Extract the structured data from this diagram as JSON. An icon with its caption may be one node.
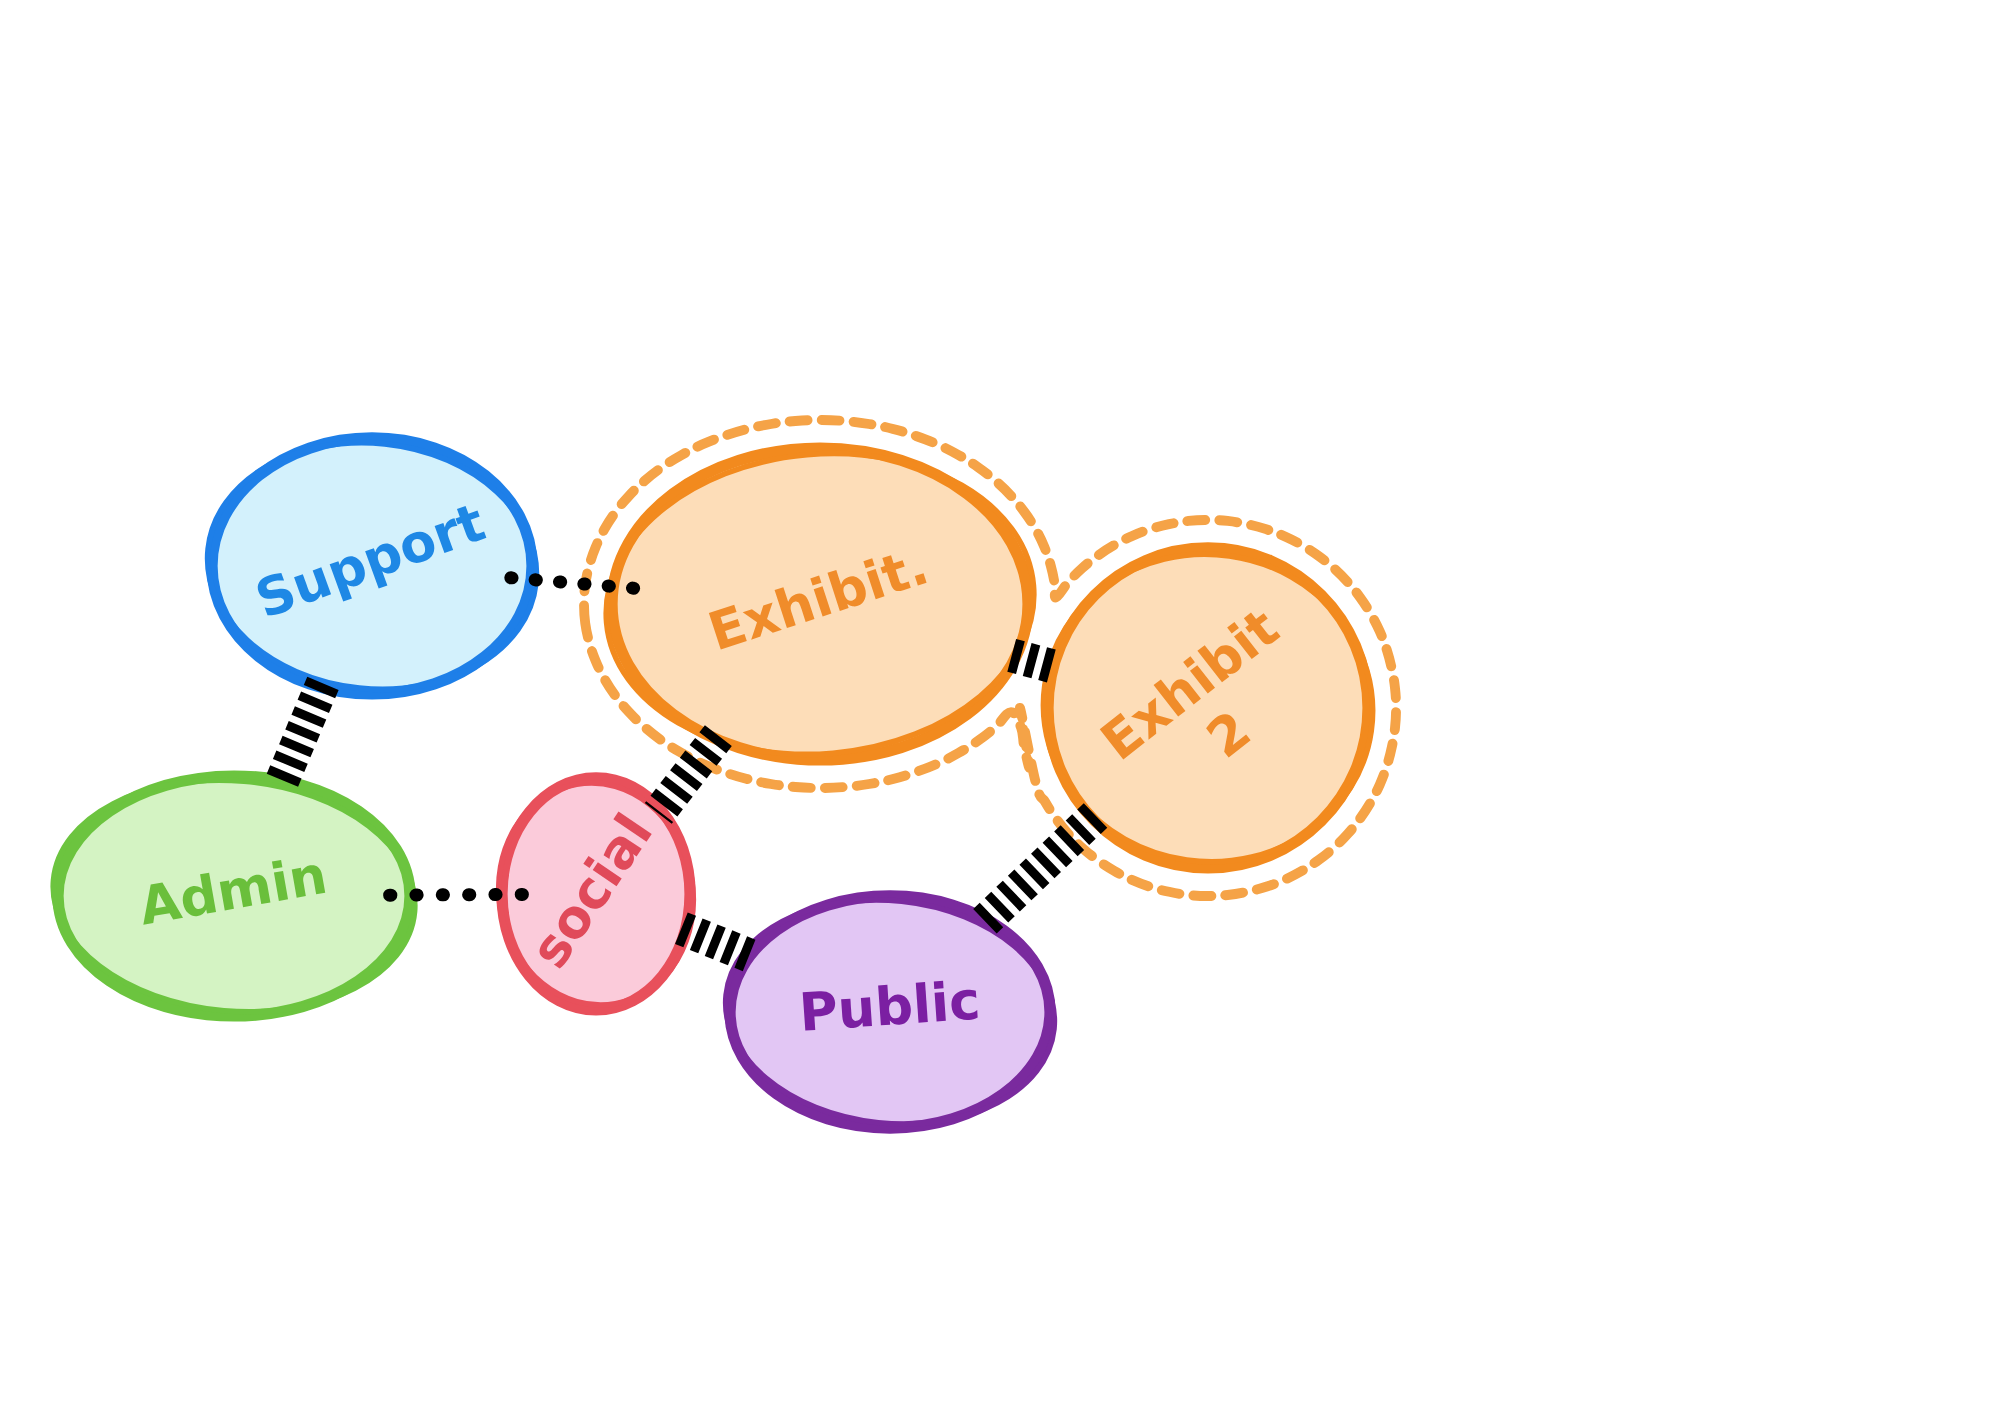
{
  "diagram": {
    "nodes": [
      {
        "text": [
          "Support"
        ]
      },
      {
        "text": [],
        "shape": "cloud"
      },
      {
        "text": [
          "Exhibit."
        ],
        "in": 1
      },
      {
        "text": [
          "Exhibit 2"
        ],
        "in": 1
      },
      {
        "text": [
          "Admin"
        ]
      },
      {
        "text": [
          "social"
        ]
      },
      {
        "text": [
          "Public"
        ]
      }
    ],
    "edges": [
      {
        "from": 0,
        "to": 4,
        "arrow": "none"
      },
      {
        "from": 0,
        "to": 2,
        "arrow": "none",
        "style": "dashed"
      },
      {
        "from": 2,
        "to": 3,
        "arrow": "none"
      },
      {
        "from": 2,
        "to": 5,
        "arrow": "none"
      },
      {
        "from": 4,
        "to": 5,
        "arrow": "none",
        "style": "dashed"
      },
      {
        "from": 5,
        "to": 6,
        "arrow": "none"
      },
      {
        "from": 3,
        "to": 6,
        "arrow": "none"
      }
    ]
  }
}
